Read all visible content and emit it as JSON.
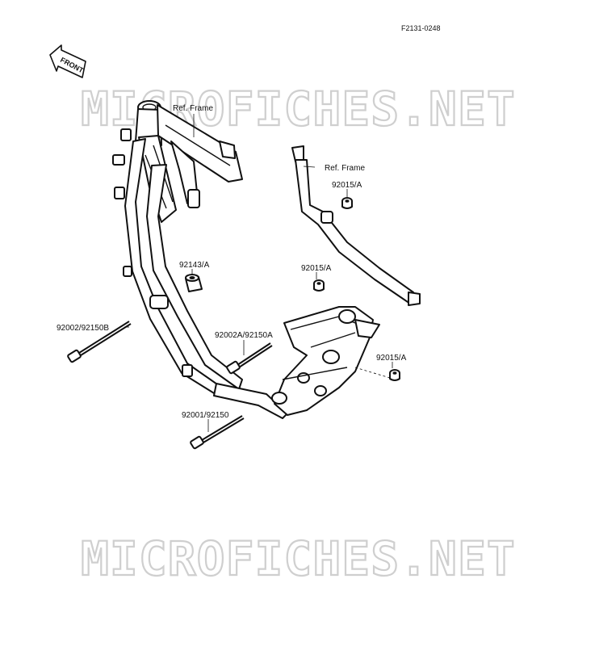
{
  "drawing_code": "F2131-0248",
  "front_badge": "FRONT",
  "watermark": [
    "MICROFICHES.NET",
    "MICROFICHES.NET"
  ],
  "callouts": {
    "ref_frame_main": "Ref. Frame",
    "ref_frame_rear": "Ref. Frame",
    "nut_upper": "92015/A",
    "nut_middle": "92015/A",
    "nut_right": "92015/A",
    "bushing": "92143/A",
    "bolt_long": "92002/92150B",
    "bolt_mid": "92002A/92150A",
    "bolt_short": "92001/92150"
  }
}
